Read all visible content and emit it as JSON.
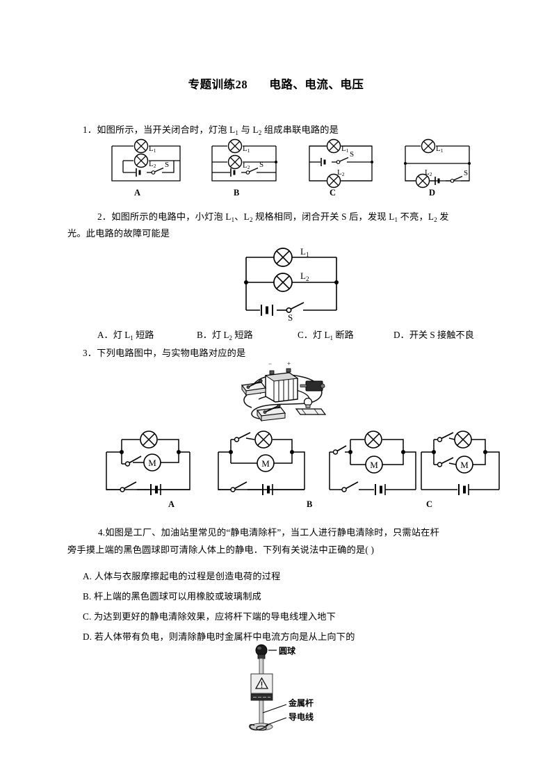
{
  "document": {
    "title_main": "专题训练28",
    "title_sub": "电路、电流、电压"
  },
  "questions": [
    {
      "number": "1．",
      "text_parts": [
        "如图所示，当开关闭合时，灯泡 L",
        "1",
        " 与 L",
        "2",
        " 组成串联电路的是"
      ],
      "full_text": "1．如图所示，当开关闭合时，灯泡L1与L2组成串联电路的是",
      "choice_labels": [
        "A",
        "B",
        "C",
        "D"
      ],
      "circuits": [
        {
          "id": "A",
          "lamps": [
            "L1",
            "L2"
          ],
          "switch": "S",
          "has_battery": true,
          "topology": "L1 top branch, L2 middle branch, battery+switch bottom"
        },
        {
          "id": "B",
          "lamps": [
            "L1",
            "L2"
          ],
          "switch": "S",
          "has_battery": true,
          "topology": "L1 top branch, L2 middle branch parallel, battery+switch bottom"
        },
        {
          "id": "C",
          "lamps": [
            "L1",
            "L2"
          ],
          "switch": "S",
          "has_battery": true,
          "topology": "L1 top, battery+switch middle, L2 bottom"
        },
        {
          "id": "D",
          "lamps": [
            "L1",
            "L2"
          ],
          "switch": "S",
          "has_battery": true,
          "topology": "L1 top, plain wire middle, L2+battery+switch bottom"
        }
      ]
    },
    {
      "number": "2．",
      "line1": "2．如图所示的电路中，小灯泡 L1、L2 规格相同，闭合开关 S 后，发现 L1 不亮，L2 发",
      "line2": "光。此电路的故障可能是",
      "circuit": {
        "lamps": [
          "L1",
          "L2"
        ],
        "switch": "S",
        "has_battery": true,
        "topology": "L1 and L2 in parallel, battery and switch S at bottom"
      },
      "options": [
        {
          "key": "A．",
          "text_pre": "灯 L",
          "sub": "1",
          "text_post": " 短路"
        },
        {
          "key": "B．",
          "text_pre": "灯 L",
          "sub": "2",
          "text_post": " 短路"
        },
        {
          "key": "C．",
          "text_pre": "灯 L",
          "sub": "1",
          "text_post": " 断路"
        },
        {
          "key": "D．",
          "text_pre": "开关 S 接触不良",
          "sub": "",
          "text_post": ""
        }
      ]
    },
    {
      "number": "3．",
      "text": "3．下列电路图中，与实物电路对应的是",
      "realistic_figure": {
        "caption": "",
        "components": [
          "battery-pack",
          "motor",
          "lamp",
          "switch",
          "switch"
        ],
        "polarity_minus": "−",
        "polarity_plus": "+"
      },
      "choice_labels": [
        "A",
        "B",
        "C"
      ],
      "circuits": [
        {
          "id": "A",
          "elements": [
            "lamp",
            "motor",
            "switch",
            "switch",
            "battery"
          ]
        },
        {
          "id": "B",
          "elements": [
            "switch",
            "lamp",
            "motor",
            "switch",
            "battery"
          ]
        },
        {
          "id": "C",
          "elements": [
            "switch",
            "lamp",
            "motor",
            "switch",
            "battery"
          ]
        },
        {
          "id": "D",
          "elements": [
            "switch",
            "switch",
            "lamp",
            "motor",
            "battery"
          ]
        }
      ]
    },
    {
      "number": "4.",
      "line1": "4.如图是工厂、加油站里常见的“静电清除杆”，当工人进行静电清除时，只需站在杆",
      "line2": "旁手摸上端的黑色圆球即可清除人体上的静电．下列有关说法中正确的是(     )",
      "options": [
        {
          "key": "A.",
          "text": "人体与衣服摩擦起电的过程是创造电荷的过程"
        },
        {
          "key": "B.",
          "text": "杆上端的黑色圆球可以用橡胶或玻璃制成"
        },
        {
          "key": "C.",
          "text": "为达到更好的静电清除效果，应将杆下端的导电线埋入地下"
        },
        {
          "key": "D.",
          "text": "若人体带有负电，则清除静电时金属杆中电流方向是从上向下的"
        }
      ],
      "figure_labels": [
        "圆球",
        "金属杆",
        "导电线"
      ]
    }
  ],
  "colors": {
    "ink": "#000000",
    "page": "#ffffff",
    "figure_gray": "#9a9a9a",
    "figure_dark": "#2b2b2b"
  }
}
